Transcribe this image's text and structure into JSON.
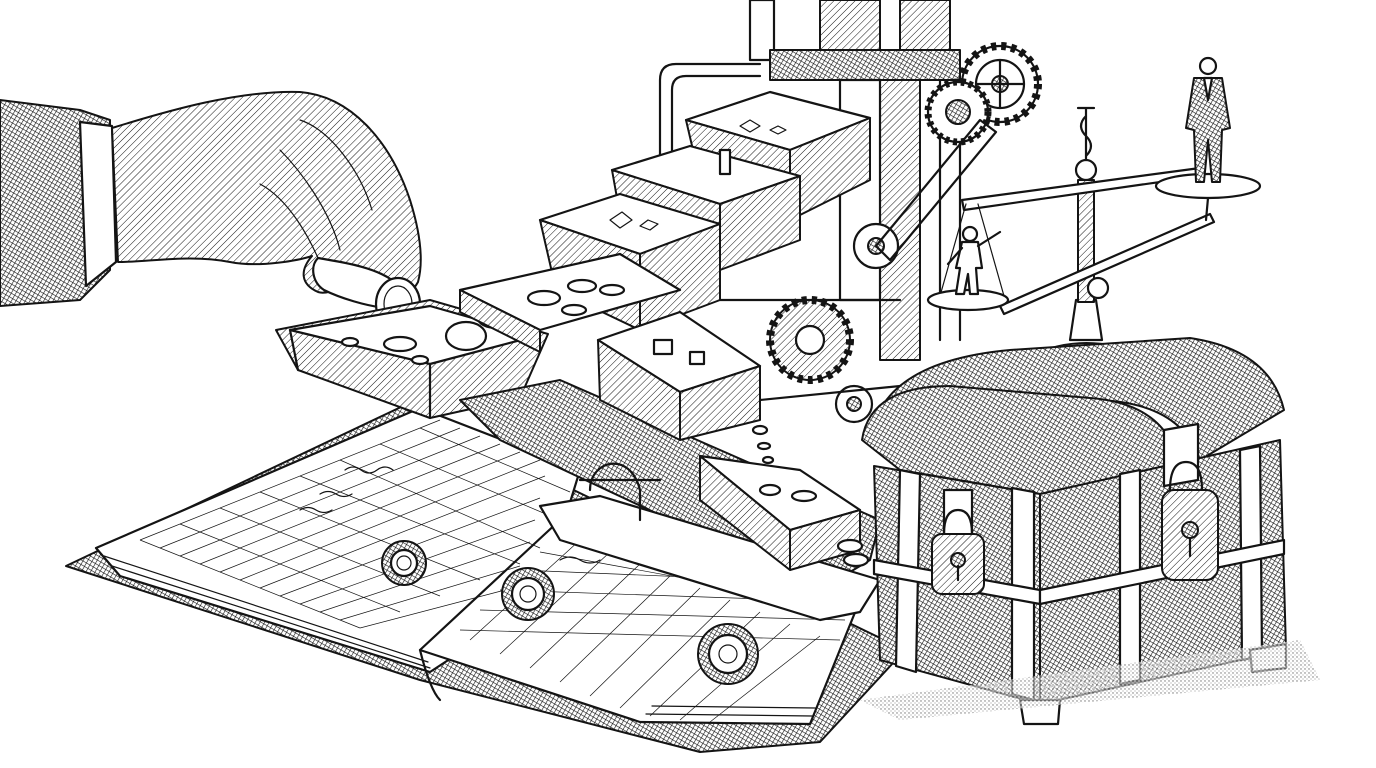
{
  "illustration": {
    "style": "black-and-white engraving",
    "elements": [
      "hand-holding-coin",
      "coin-tray",
      "sorting-machine",
      "gear",
      "balance-scale",
      "businessman-figure",
      "worker-figure",
      "treasure-chest",
      "padlock",
      "open-ledger",
      "wax-seal"
    ]
  },
  "colors": {
    "ink": "#141414",
    "paper": "#ffffff"
  }
}
